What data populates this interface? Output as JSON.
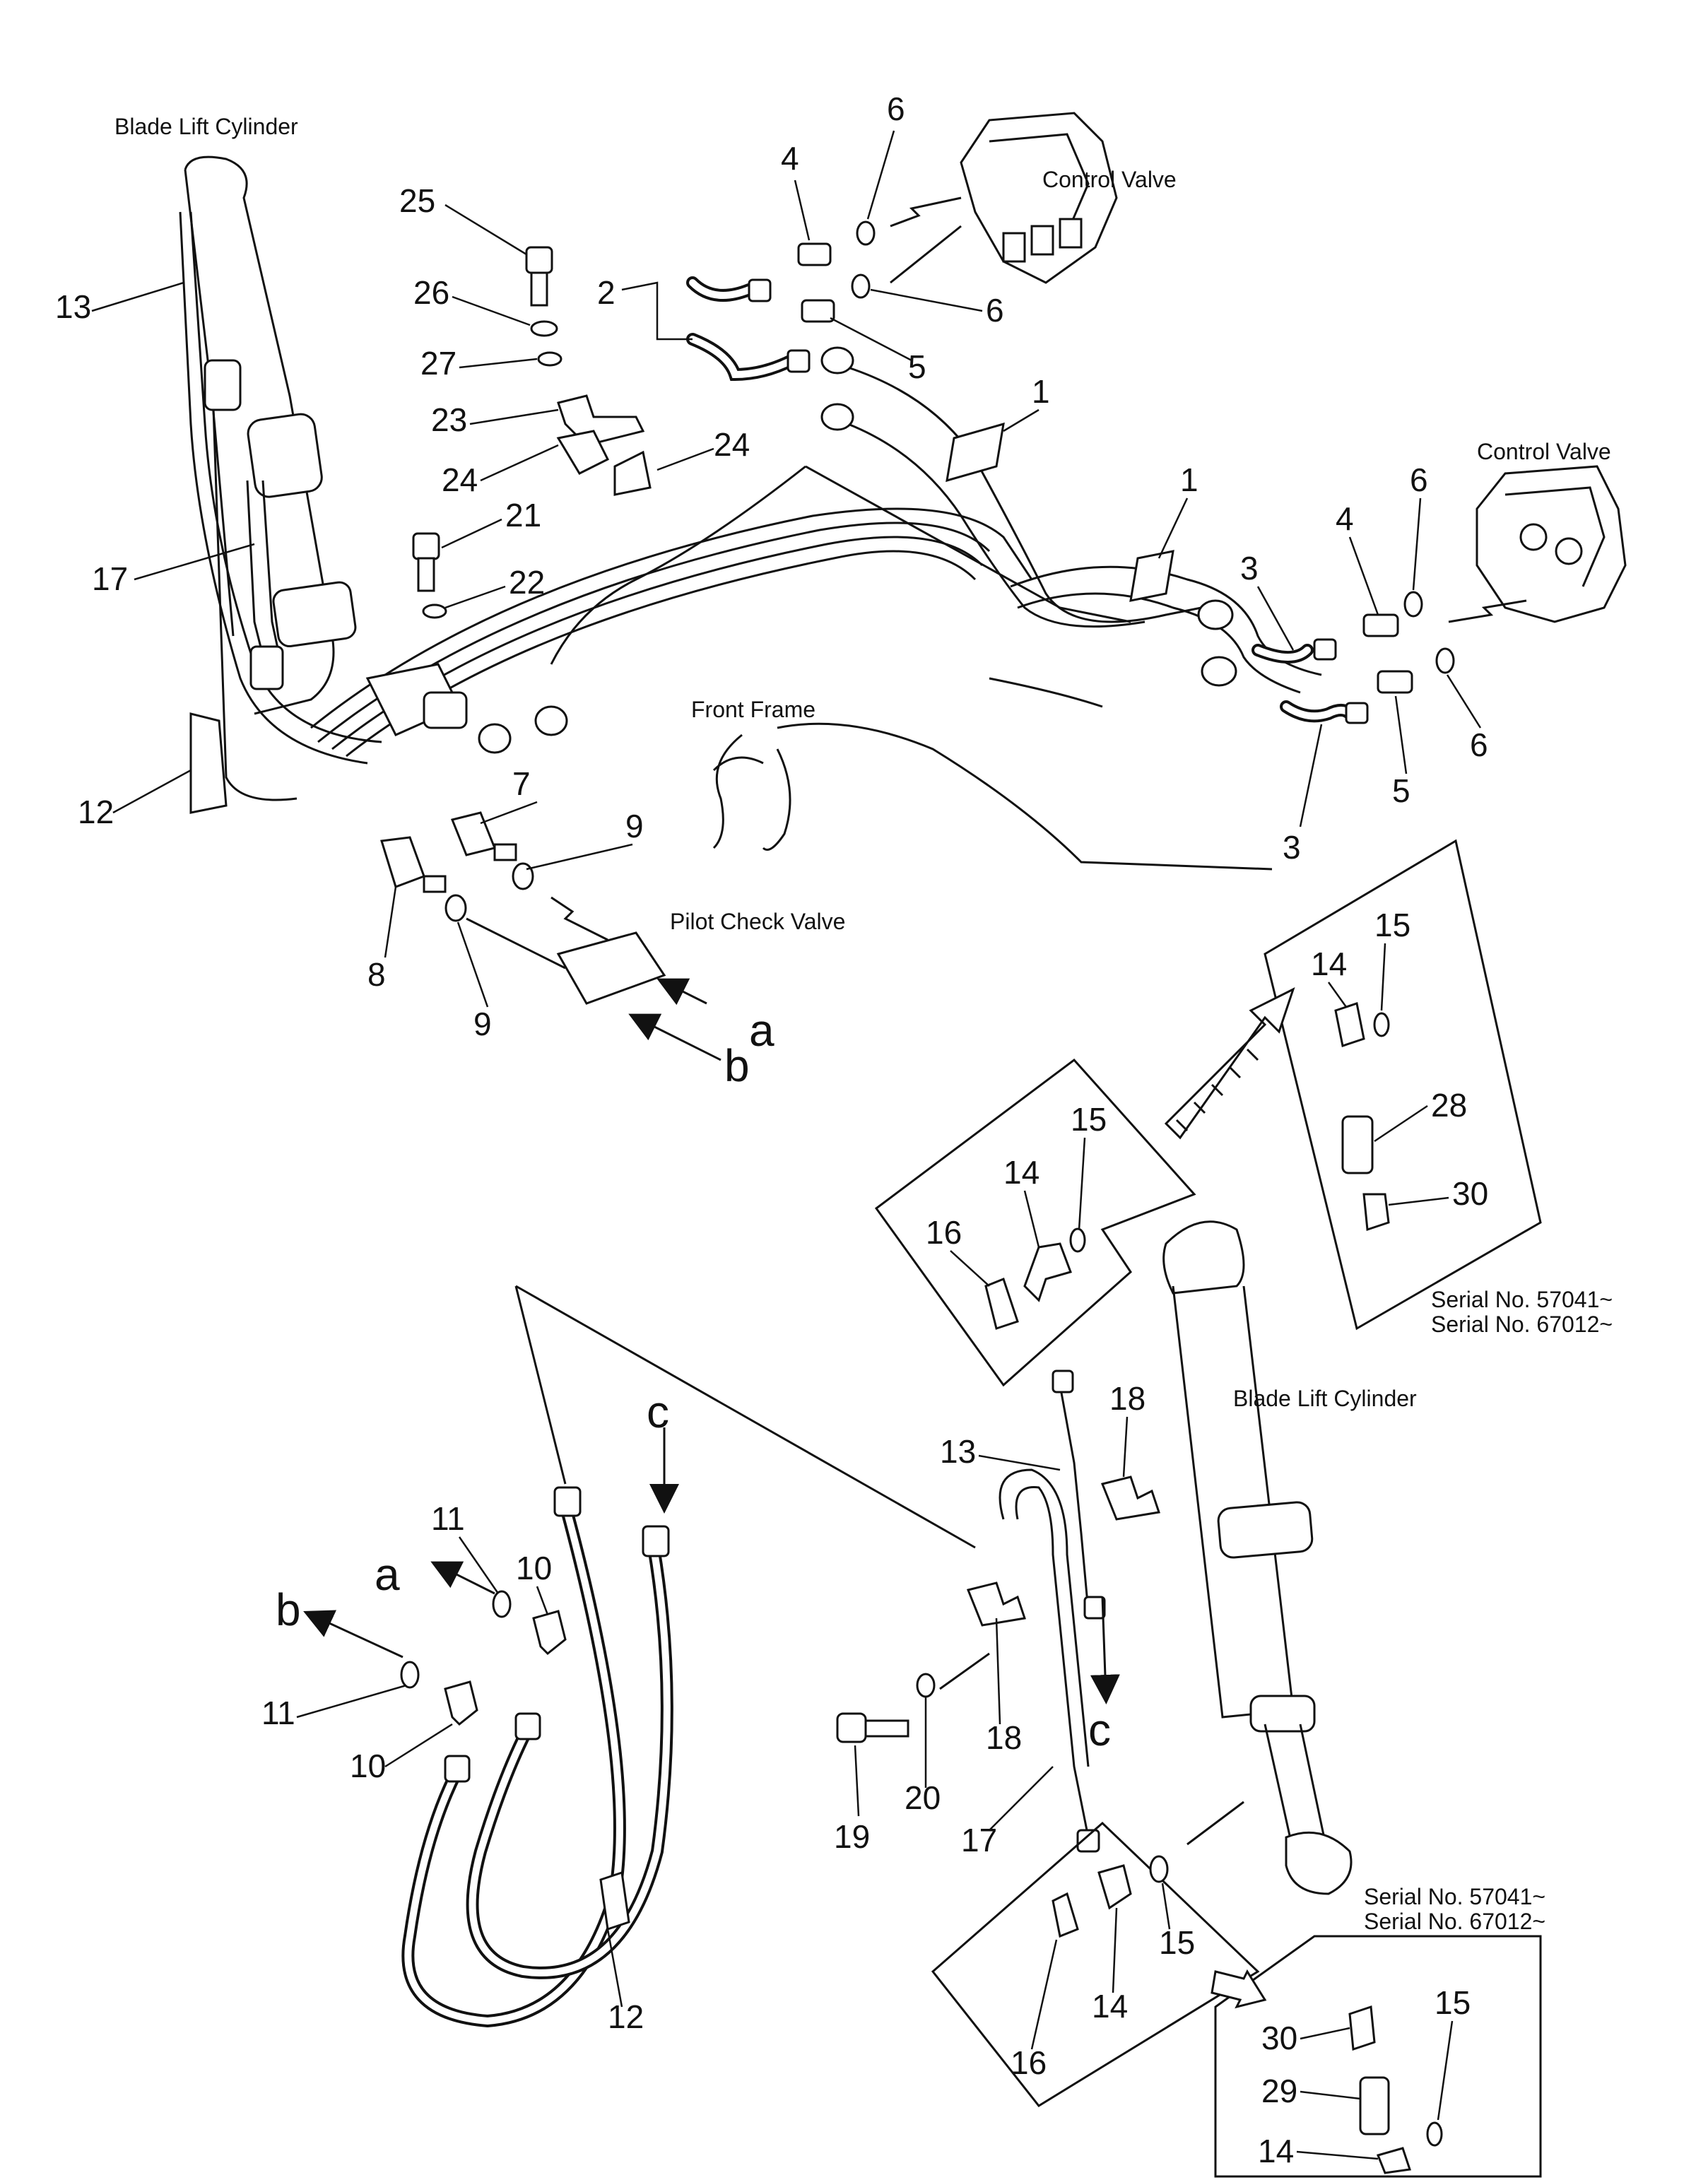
{
  "captions": {
    "blade_lift_cylinder_top": "Blade Lift Cylinder",
    "control_valve_upper": "Control Valve",
    "control_valve_right": "Control Valve",
    "front_frame": "Front Frame",
    "pilot_check_valve": "Pilot Check Valve",
    "blade_lift_cylinder_lower": "Blade Lift Cylinder",
    "serial_box_upper_1": "Serial No. 57041~",
    "serial_box_upper_2": "Serial No. 67012~",
    "serial_box_lower_1": "Serial No. 57041~",
    "serial_box_lower_2": "Serial No. 67012~"
  },
  "connectors": {
    "a_upper": "a",
    "b_upper": "b",
    "a_lower": "a",
    "b_lower": "b",
    "c_top": "c",
    "c_bottom": "c"
  },
  "callouts": [
    "13",
    "17",
    "12",
    "25",
    "26",
    "27",
    "23",
    "24",
    "24",
    "21",
    "22",
    "2",
    "4",
    "6",
    "6",
    "5",
    "1",
    "1",
    "3",
    "4",
    "6",
    "3",
    "5",
    "6",
    "7",
    "9",
    "8",
    "9",
    "15",
    "14",
    "28",
    "30",
    "15",
    "14",
    "16",
    "18",
    "13",
    "11",
    "10",
    "11",
    "10",
    "18",
    "19",
    "20",
    "17",
    "15",
    "14",
    "16",
    "12",
    "15",
    "30",
    "29",
    "14"
  ]
}
